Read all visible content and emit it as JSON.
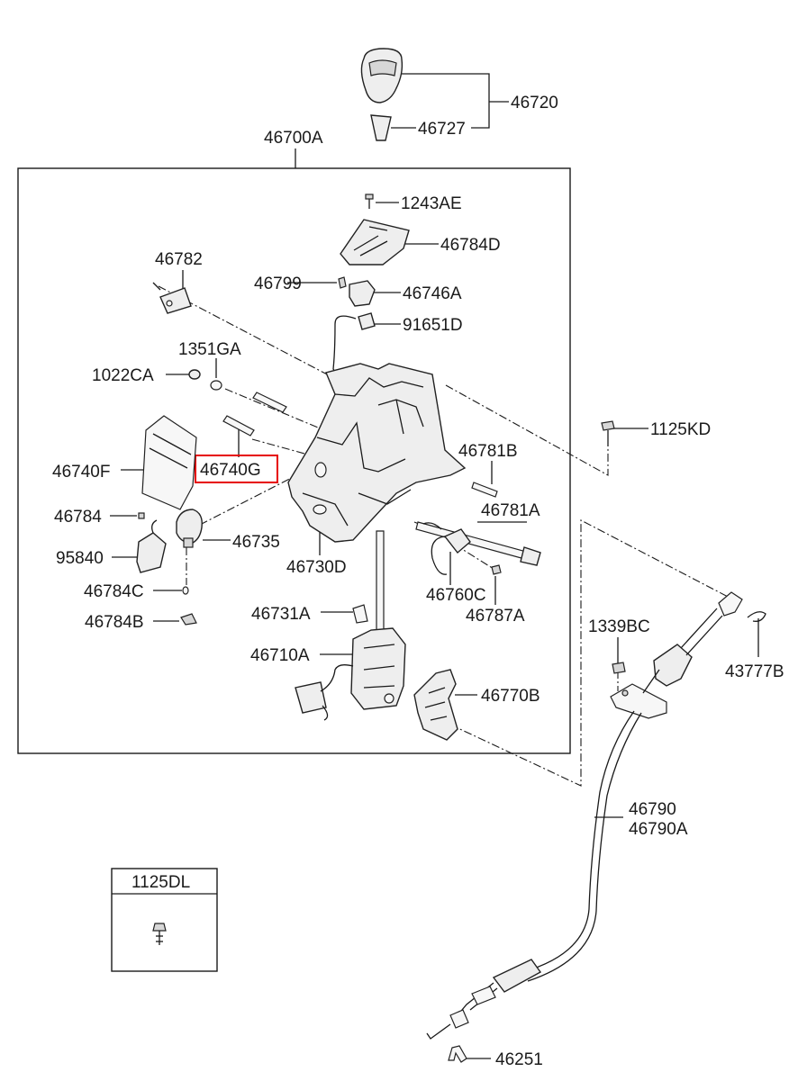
{
  "diagram": {
    "highlight_color": "#e60000",
    "labels": {
      "p46720": "46720",
      "p46727": "46727",
      "p46700A": "46700A",
      "p1243AE": "1243AE",
      "p46784D": "46784D",
      "p46782": "46782",
      "p46799": "46799",
      "p46746A": "46746A",
      "p91651D": "91651D",
      "p1351GA": "1351GA",
      "p1022CA": "1022CA",
      "p1125KD": "1125KD",
      "p46781B": "46781B",
      "p46740F": "46740F",
      "p46740G": "46740G",
      "p46781A": "46781A",
      "p46784": "46784",
      "p46735": "46735",
      "p95840": "95840",
      "p46730D": "46730D",
      "p46760C": "46760C",
      "p46784C": "46784C",
      "p46787A": "46787A",
      "p46731A": "46731A",
      "p46784B": "46784B",
      "p1339BC": "1339BC",
      "p43777B": "43777B",
      "p46710A": "46710A",
      "p46770B": "46770B",
      "p46790": "46790",
      "p46790A": "46790A",
      "p1125DL": "1125DL",
      "p46251": "46251"
    }
  }
}
